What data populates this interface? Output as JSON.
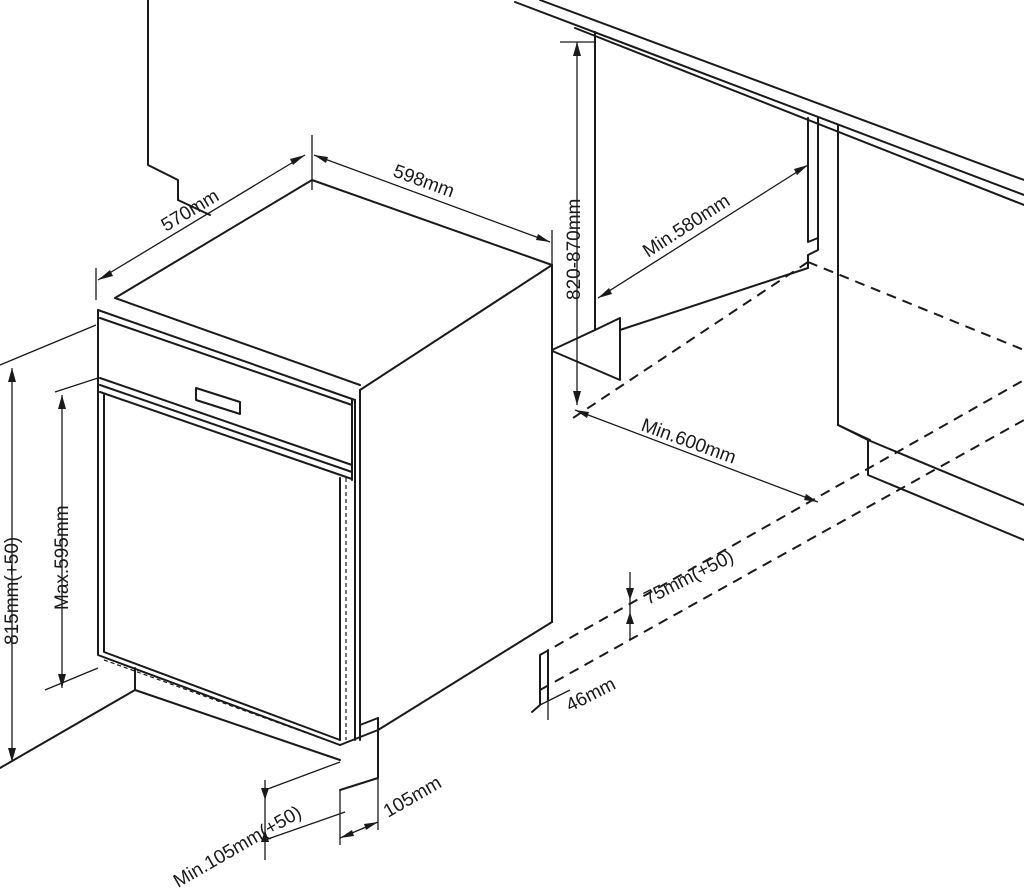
{
  "diagram": {
    "labels": {
      "depth": "570mm",
      "width": "598mm",
      "niche_height": "820-870mm",
      "niche_depth": "Min.580mm",
      "niche_width": "Min.600mm",
      "plinth_height": "75mm(+50)",
      "plinth_setback": "46mm",
      "total_height": "815mm(+50)",
      "door_height": "Max.595mm",
      "plinth_min": "Min.105mm(+50)",
      "plinth_front": "105mm"
    }
  }
}
